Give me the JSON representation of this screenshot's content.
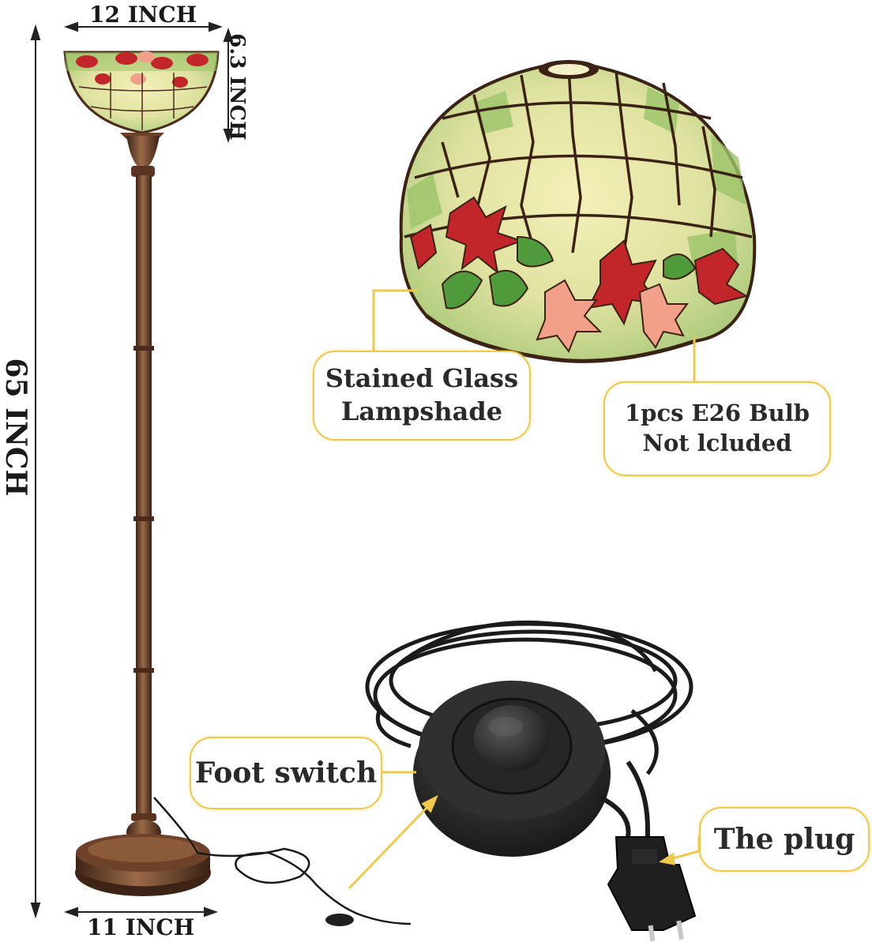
{
  "dimensions": {
    "shade_width": "12 INCH",
    "shade_height": "6.3 INCH",
    "total_height": "65 INCH",
    "base_width": "11 INCH"
  },
  "callouts": {
    "lampshade": {
      "line1": "Stained Glass",
      "line2": "Lampshade"
    },
    "bulb": {
      "line1": "1pcs E26 Bulb",
      "line2": "Not lcluded"
    },
    "foot_switch": {
      "label": "Foot switch"
    },
    "plug": {
      "label": "The plug"
    }
  },
  "colors": {
    "accent_gold": "#f0c84a",
    "bronze": "#7a4a2e",
    "glass_cream": "#e9e3a6",
    "glass_green": "#9cc46a",
    "petal_red": "#c2262b",
    "petal_pink": "#f2a08a",
    "switch_black": "#2b2b2b"
  }
}
